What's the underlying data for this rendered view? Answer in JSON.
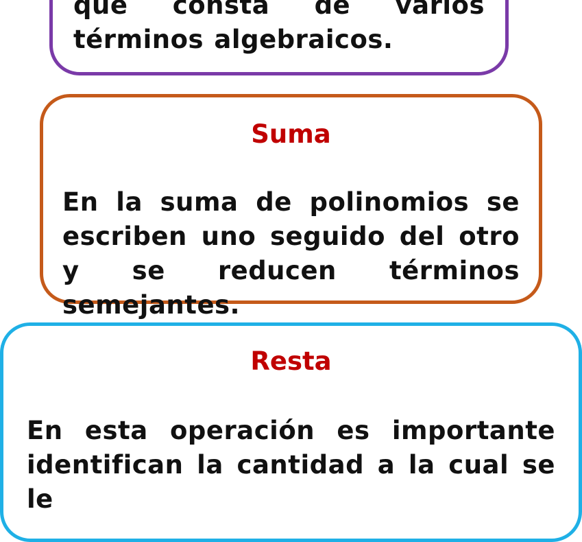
{
  "cards": {
    "definition": {
      "body": "que consta de varios términos algebraicos.",
      "border_color": "#7a3aa8"
    },
    "suma": {
      "title": "Suma",
      "body": "En la suma de polinomios se escriben uno seguido del otro y se reducen términos semejantes.",
      "title_color": "#c00000",
      "border_color": "#c55a1a"
    },
    "resta": {
      "title": "Resta",
      "body": "En esta operación es importante identifican la cantidad a la cual se le",
      "title_color": "#c00000",
      "border_color": "#1fb0e6"
    }
  }
}
